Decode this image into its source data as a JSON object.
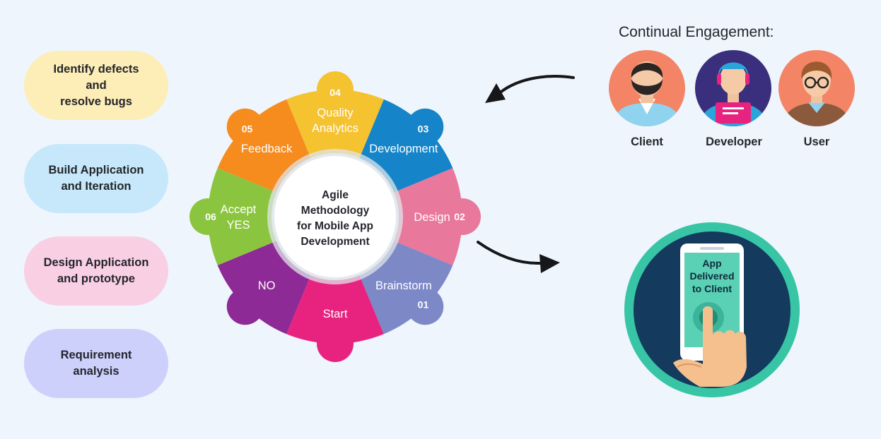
{
  "left_stack": [
    {
      "text": "Identify defects\nand\nresolve bugs",
      "color": "#fdedb6"
    },
    {
      "text": "Build Application\nand Iteration",
      "color": "#c7e8fb"
    },
    {
      "text": "Design Application\nand prototype",
      "color": "#f9cfe4"
    },
    {
      "text": "Requirement\nanalysis",
      "color": "#cdd0fb"
    }
  ],
  "wheel": {
    "center_lines": [
      "Agile",
      "Methodology",
      "for Mobile App",
      "Development"
    ],
    "segments": [
      {
        "num": "",
        "label": [
          "Start"
        ],
        "color": "#e8237f"
      },
      {
        "num": "",
        "label": [
          "NO"
        ],
        "color": "#8d2a95"
      },
      {
        "num": "06",
        "label": [
          "Accept",
          "YES"
        ],
        "color": "#8bc53f"
      },
      {
        "num": "05",
        "label": [
          "Feedback"
        ],
        "color": "#f68b1e"
      },
      {
        "num": "04",
        "label": [
          "Quality",
          "Analytics"
        ],
        "color": "#f5c230"
      },
      {
        "num": "03",
        "label": [
          "Development"
        ],
        "color": "#1584c8"
      },
      {
        "num": "02",
        "label": [
          "Design"
        ],
        "color": "#e8789c"
      },
      {
        "num": "01",
        "label": [
          "Brainstorm"
        ],
        "color": "#7d88c7"
      }
    ]
  },
  "engagement": {
    "heading": "Continual Engagement:",
    "roles": [
      {
        "name": "Client",
        "icon": "client-avatar-icon"
      },
      {
        "name": "Developer",
        "icon": "developer-avatar-icon"
      },
      {
        "name": "User",
        "icon": "user-avatar-icon"
      }
    ]
  },
  "delivery": {
    "lines": [
      "App",
      "Delivered",
      "to Client"
    ],
    "icon": "phone-tap-icon"
  },
  "colors": {
    "background": "#eef5fc",
    "phone_ring": "#37c5a6",
    "phone_bg": "#143a5e",
    "phone_screen": "#5ad0b5"
  }
}
